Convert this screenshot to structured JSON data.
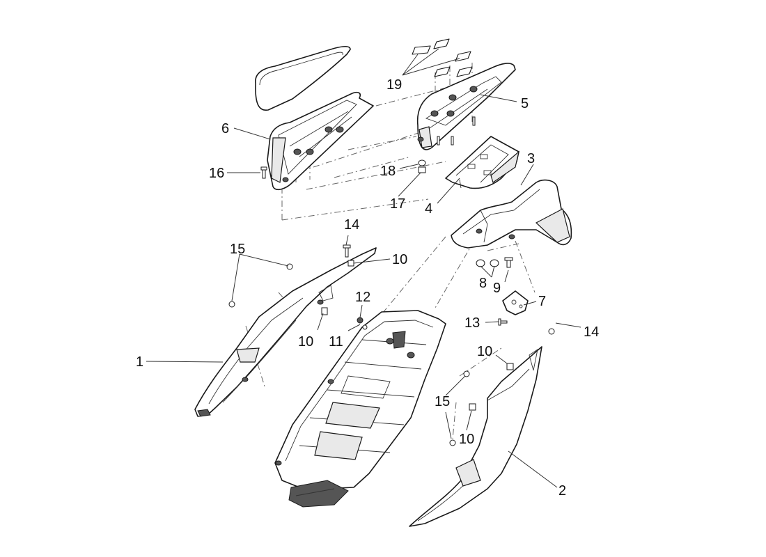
{
  "callouts": {
    "c1": "1",
    "c2": "2",
    "c3": "3",
    "c4": "4",
    "c5": "5",
    "c6": "6",
    "c7": "7",
    "c8": "8",
    "c9": "9",
    "c10a": "10",
    "c10b": "10",
    "c10c": "10",
    "c10d": "10",
    "c11": "11",
    "c12": "12",
    "c13": "13",
    "c14a": "14",
    "c14b": "14",
    "c15a": "15",
    "c15b": "15",
    "c16": "16",
    "c17": "17",
    "c18": "18",
    "c19": "19"
  }
}
